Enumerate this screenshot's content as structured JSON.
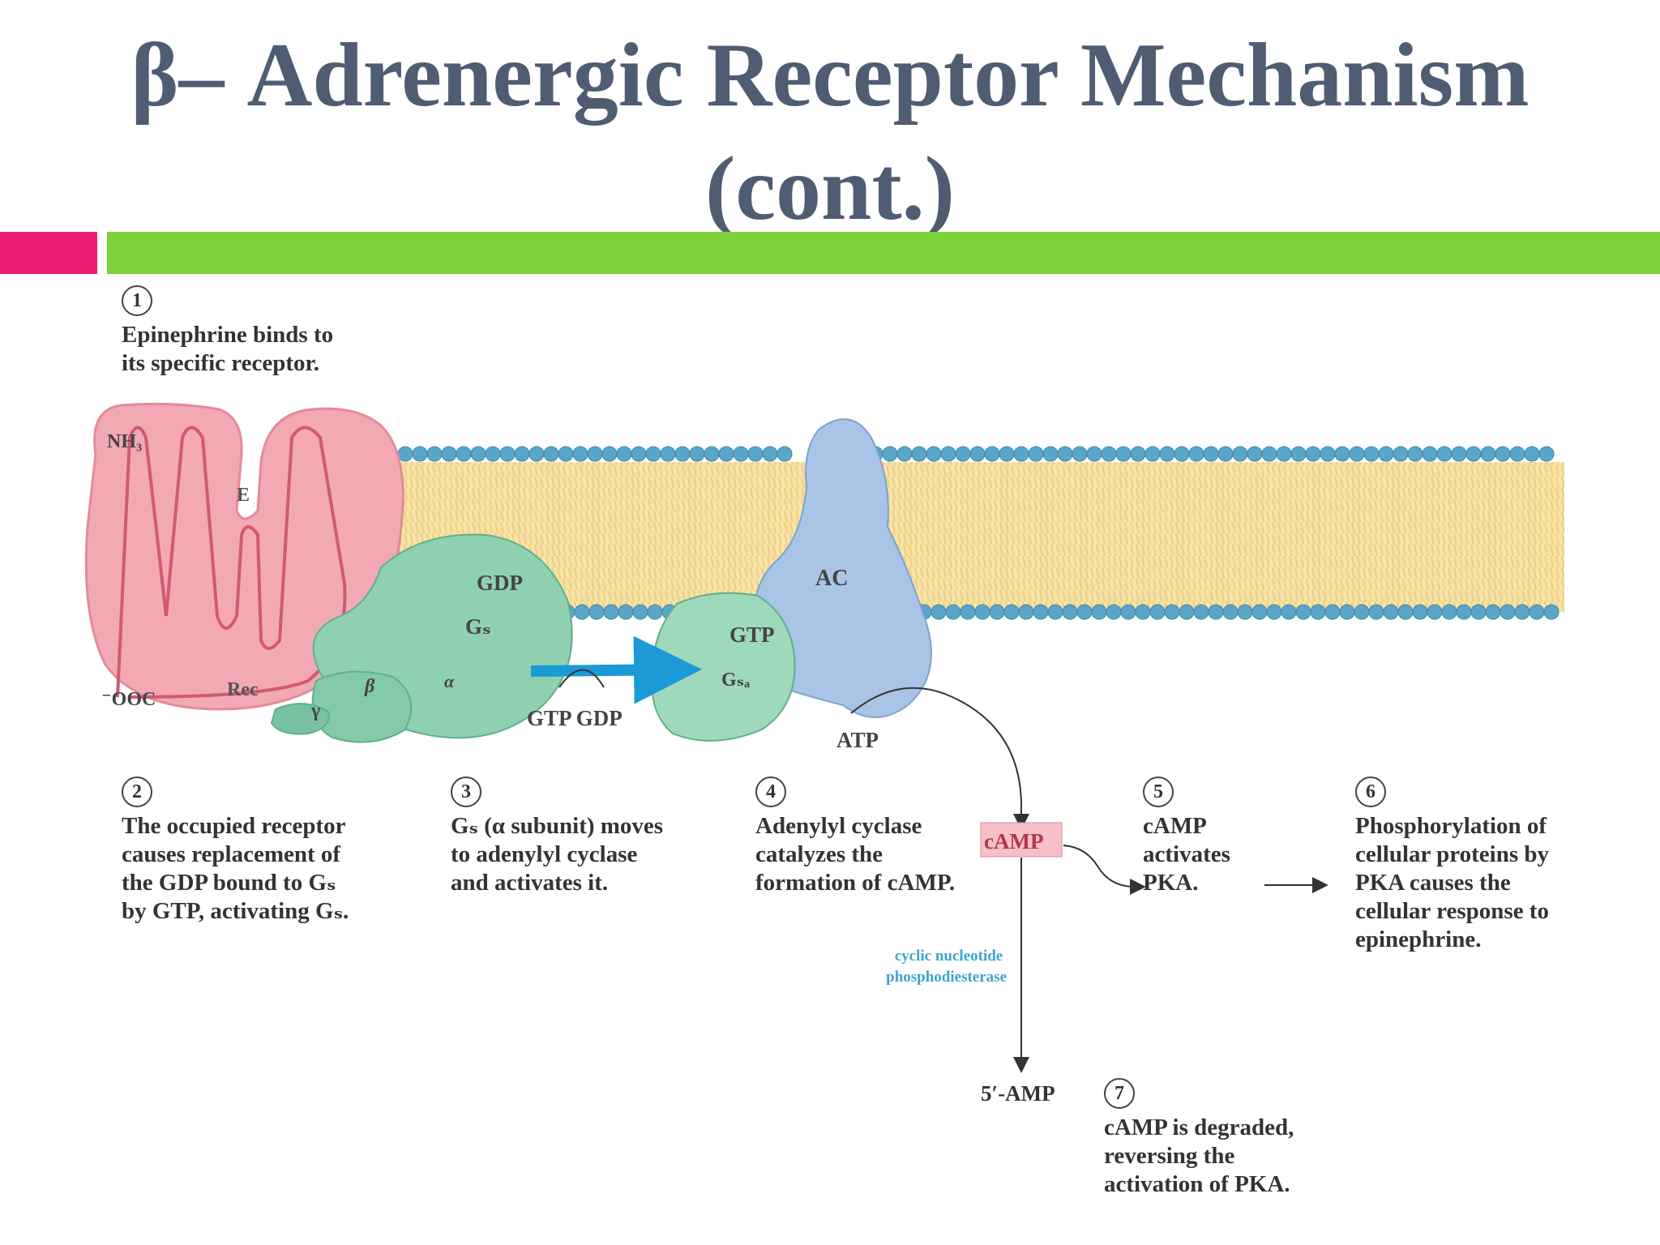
{
  "slide": {
    "title_line1": "β– Adrenergic Receptor Mechanism",
    "title_line2": "(cont.)"
  },
  "colors": {
    "title": "#4f5d73",
    "accent_pink": "#ec1c74",
    "accent_green": "#7fd13b",
    "receptor": "#f2a9b4",
    "g_protein": "#8fd0b0",
    "adenylyl_cyclase": "#a9c4e6",
    "membrane_lipid": "#f5dc9a",
    "membrane_head": "#5aa6c8",
    "camp_box": "#f5c0c8",
    "enzyme_label": "#3aa6c8"
  },
  "labels": {
    "nh3": "NH₃",
    "cooc": "⁻OOC",
    "e": "E",
    "rec": "Rec",
    "gamma": "γ",
    "beta": "β",
    "alpha": "α",
    "gdp": "GDP",
    "gs": "Gₛ",
    "gtp": "GTP",
    "gsa": "Gₛₐ",
    "ac": "AC",
    "gtp_gdp": "GTP GDP",
    "atp": "ATP",
    "camp": "cAMP",
    "amp5": "5′-AMP",
    "enzyme": "cyclic nucleotide\nphosphodiesterase"
  },
  "steps": [
    {
      "num": "1",
      "text": "Epinephrine binds to\nits specific receptor."
    },
    {
      "num": "2",
      "text": "The occupied receptor\ncauses replacement of\nthe GDP bound to Gₛ\nby GTP, activating Gₛ."
    },
    {
      "num": "3",
      "text": "Gₛ (α subunit) moves\nto adenylyl cyclase\nand activates it."
    },
    {
      "num": "4",
      "text": "Adenylyl cyclase\ncatalyzes the\nformation of cAMP."
    },
    {
      "num": "5",
      "text": "cAMP\nactivates\nPKA."
    },
    {
      "num": "6",
      "text": "Phosphorylation of\ncellular proteins by\nPKA causes the\ncellular response to\nepinephrine."
    },
    {
      "num": "7",
      "text": "cAMP is degraded,\nreversing the\nactivation of PKA."
    }
  ]
}
